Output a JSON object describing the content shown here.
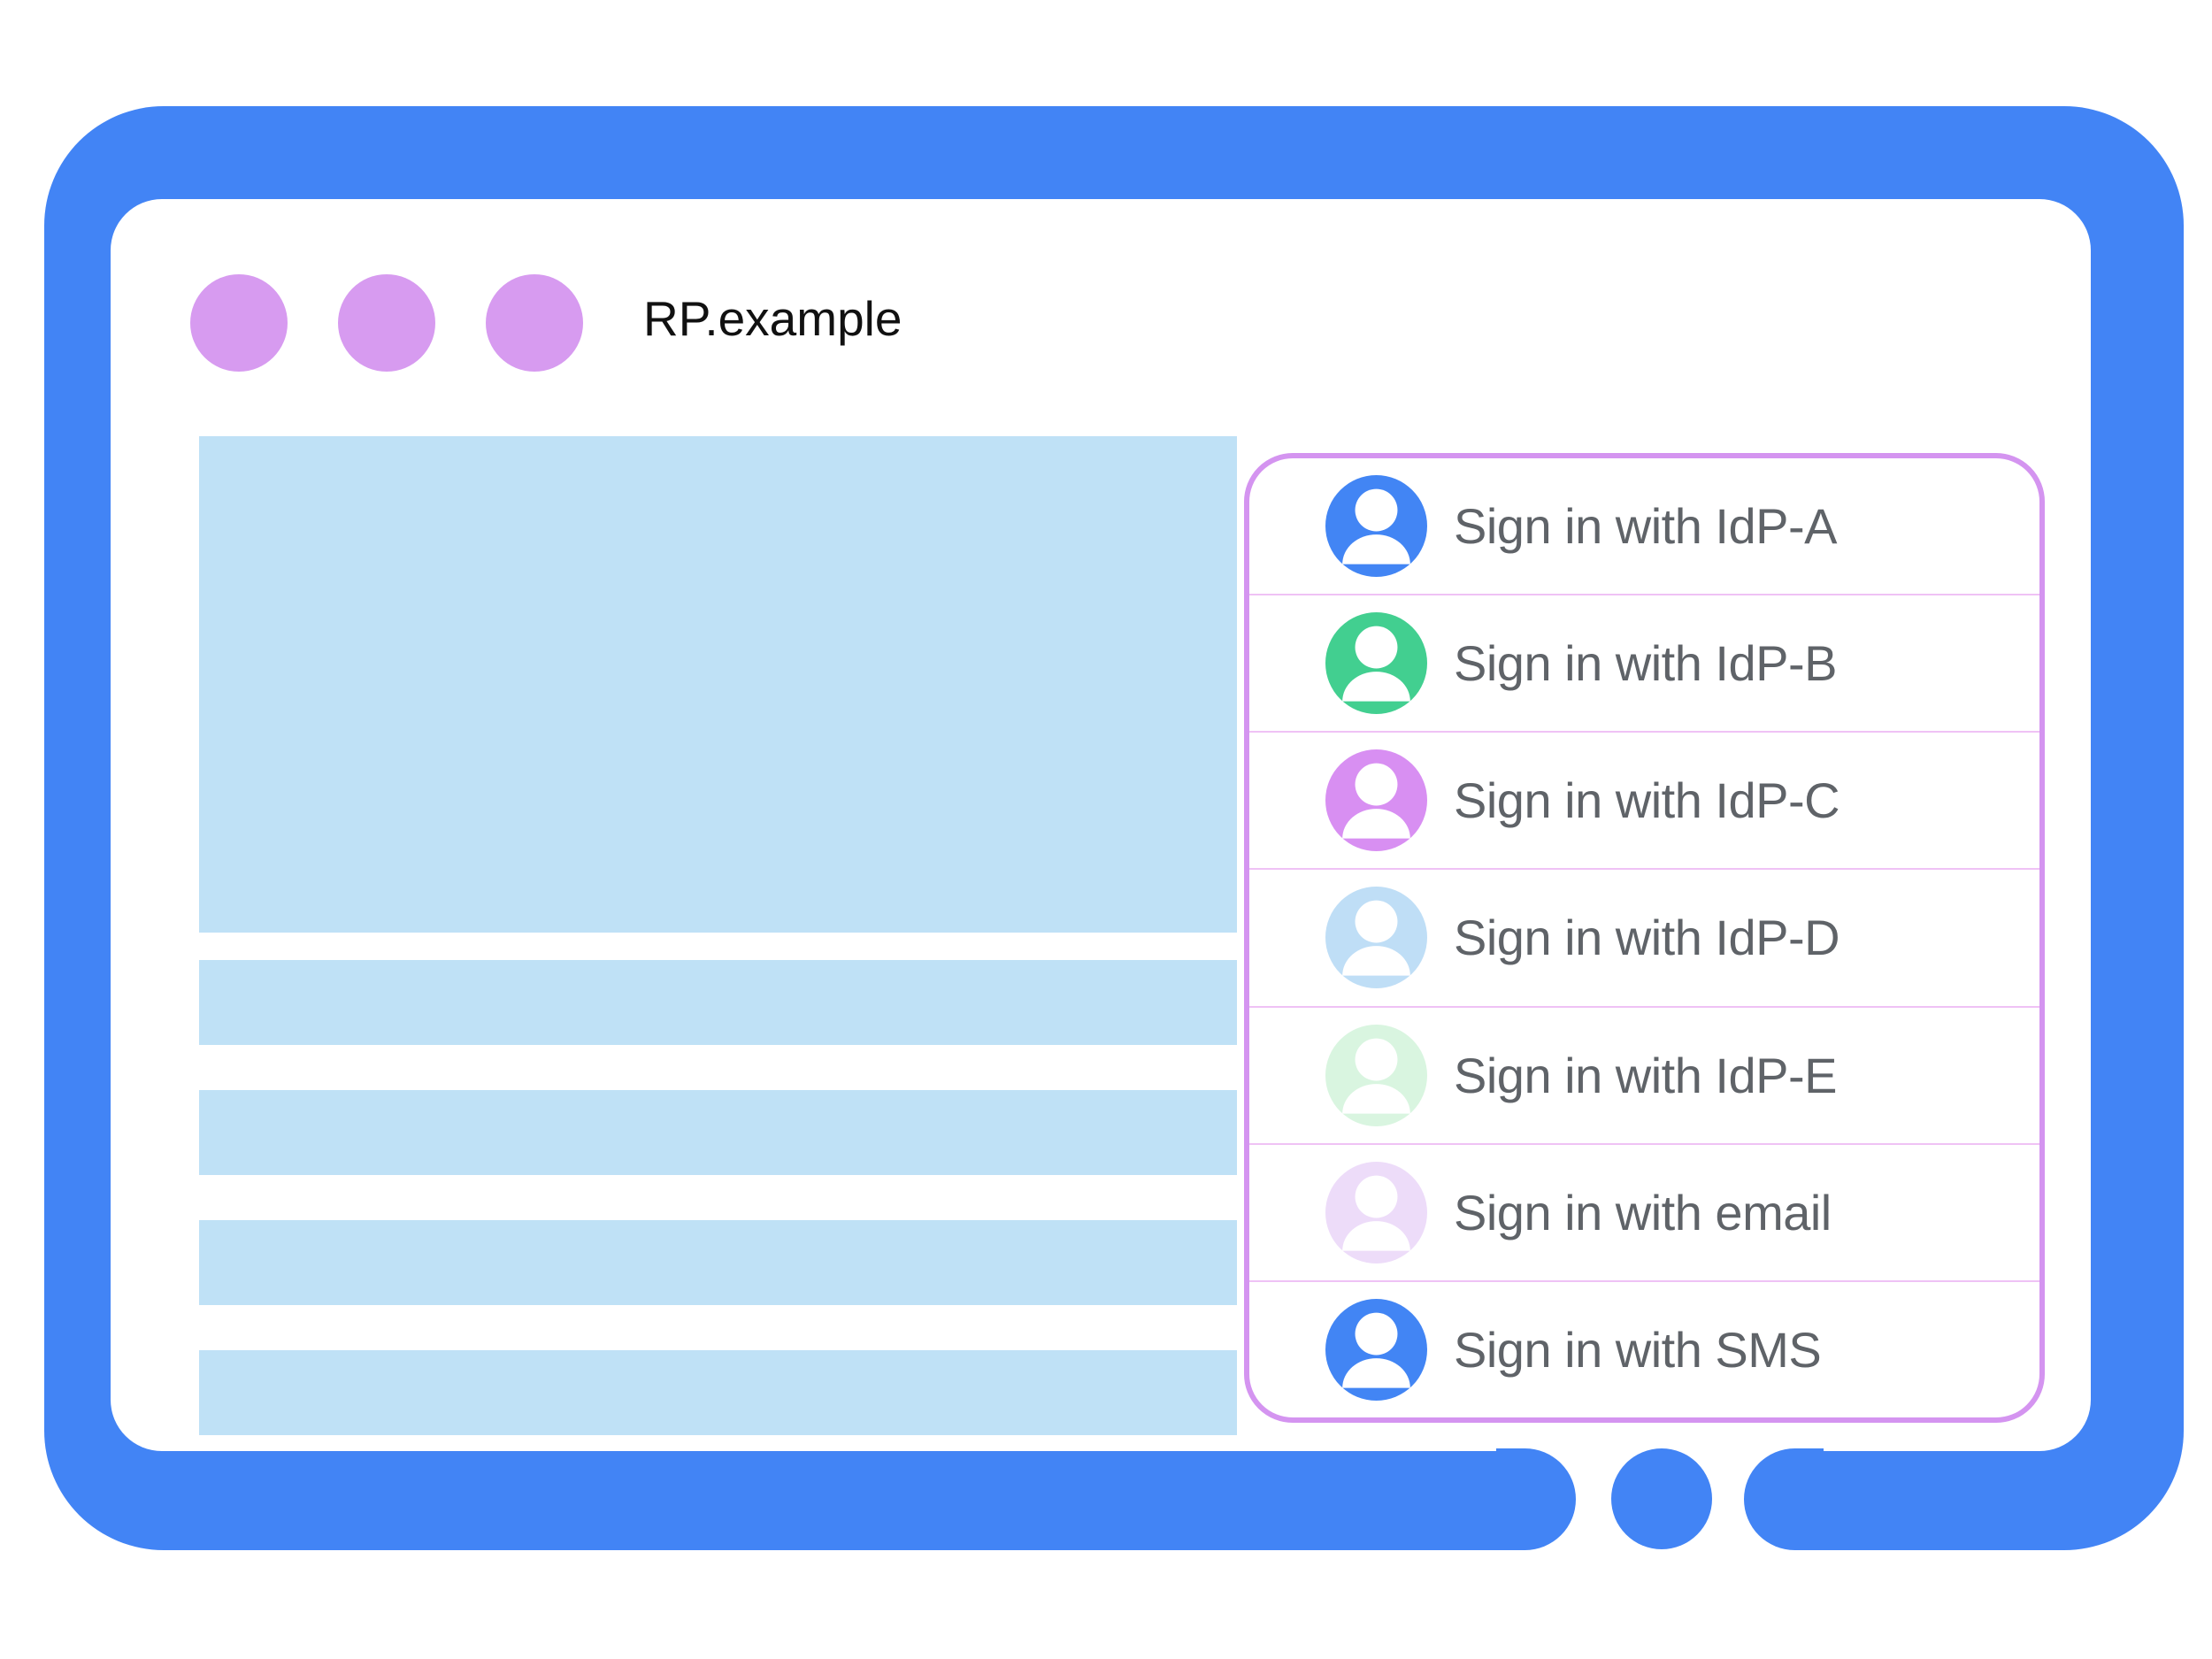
{
  "window": {
    "title": "RP.example",
    "control_dots": 3
  },
  "signin_panel": {
    "items": [
      {
        "label": "Sign in with IdP-A",
        "avatar_icon": "person-icon",
        "avatar_color": "#4285f4"
      },
      {
        "label": "Sign in with IdP-B",
        "avatar_icon": "person-icon",
        "avatar_color": "#42cf90"
      },
      {
        "label": "Sign in with IdP-C",
        "avatar_icon": "person-icon",
        "avatar_color": "#d88ff2"
      },
      {
        "label": "Sign in with IdP-D",
        "avatar_icon": "person-icon",
        "avatar_color": "#bfdef6"
      },
      {
        "label": "Sign in with IdP-E",
        "avatar_icon": "person-icon",
        "avatar_color": "#d9f5e0"
      },
      {
        "label": "Sign in with email",
        "avatar_icon": "person-icon",
        "avatar_color": "#eddcf9"
      },
      {
        "label": "Sign in with SMS",
        "avatar_icon": "person-icon",
        "avatar_color": "#4285f4"
      }
    ]
  },
  "colors": {
    "frame_blue": "#4284f5",
    "window_dots": "#d79bf0",
    "panel_border": "#d494f0",
    "row_divider": "#efc2f5",
    "content_placeholder": "#bfe1f6",
    "title_text": "#111111",
    "label_text": "#5f6368"
  },
  "placeholders": {
    "hero_blocks": 1,
    "text_bars": 4
  }
}
